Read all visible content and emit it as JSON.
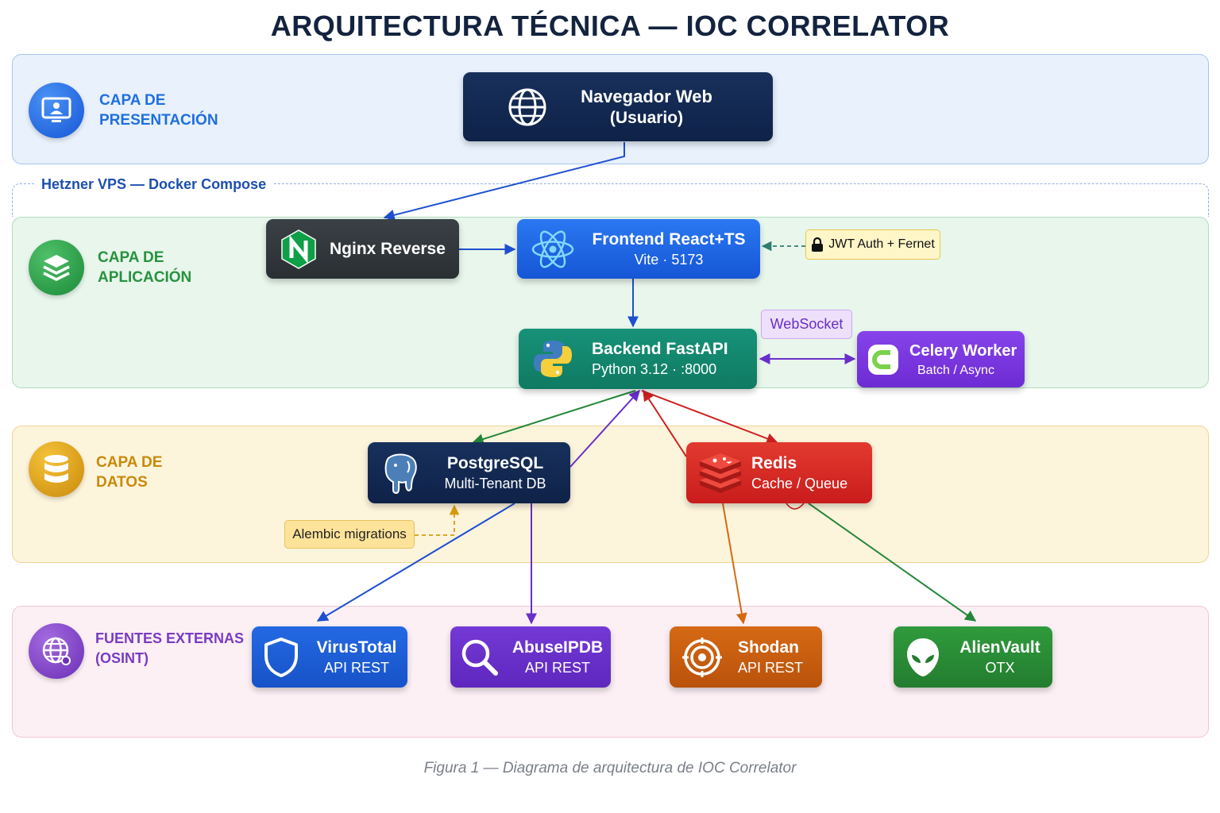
{
  "title": "ARQUITECTURA TÉCNICA — IOC CORRELATOR",
  "vps_label": "Hetzner VPS — Docker Compose",
  "layers": {
    "presentation": {
      "line1": "CAPA DE",
      "line2": "PRESENTACIÓN",
      "icon": "monitor-user-icon",
      "color": "#1f6fe0"
    },
    "application": {
      "line1": "CAPA DE",
      "line2": "APLICACIÓN",
      "icon": "layers-icon",
      "color": "#27923f"
    },
    "data": {
      "line1": "CAPA DE",
      "line2": "DATOS",
      "icon": "database-icon",
      "color": "#c98a0a"
    },
    "external": {
      "line1": "FUENTES EXTERNAS",
      "line2": "(OSINT)",
      "icon": "globe-icon",
      "color": "#7a3bc2"
    }
  },
  "nodes": {
    "browser": {
      "title": "Navegador Web",
      "subtitle": "(Usuario)",
      "icon": "globe-icon",
      "color": "#12284f"
    },
    "nginx": {
      "title": "Nginx Reverse",
      "icon": "nginx-logo-icon",
      "color": "#2f3438"
    },
    "frontend": {
      "title": "Frontend React+TS",
      "subtitle": "Vite · 5173",
      "icon": "react-logo-icon",
      "color": "#1c64e8"
    },
    "backend": {
      "title": "Backend FastAPI",
      "subtitle": "Python 3.12 · :8000",
      "icon": "python-logo-icon",
      "color": "#13876d"
    },
    "celery": {
      "title": "Celery Worker",
      "subtitle": "Batch / Async",
      "icon": "celery-logo-icon",
      "color": "#7b34de"
    },
    "postgres": {
      "title": "PostgreSQL",
      "subtitle": "Multi-Tenant DB",
      "icon": "postgres-elephant-icon",
      "color": "#12284f"
    },
    "redis": {
      "title": "Redis",
      "subtitle": "Cache / Queue",
      "icon": "redis-logo-icon",
      "color": "#d42420"
    },
    "virustotal": {
      "title": "VirusTotal",
      "subtitle": "API REST",
      "icon": "shield-icon",
      "color": "#1c5fd4"
    },
    "abuseipdb": {
      "title": "AbuseIPDB",
      "subtitle": "API REST",
      "icon": "search-icon",
      "color": "#6a31c9"
    },
    "shodan": {
      "title": "Shodan",
      "subtitle": "API REST",
      "icon": "target-icon",
      "color": "#c95b0c"
    },
    "alienvault": {
      "title": "AlienVault",
      "subtitle": "OTX",
      "icon": "alien-icon",
      "color": "#2a8a35"
    }
  },
  "tags": {
    "jwt": {
      "text": "JWT Auth + Fernet",
      "icon": "lock-icon"
    },
    "websocket": {
      "text": "WebSocket"
    },
    "alembic": {
      "text": "Alembic migrations"
    }
  },
  "caption": "Figura 1 — Diagrama de arquitectura de IOC Correlator"
}
